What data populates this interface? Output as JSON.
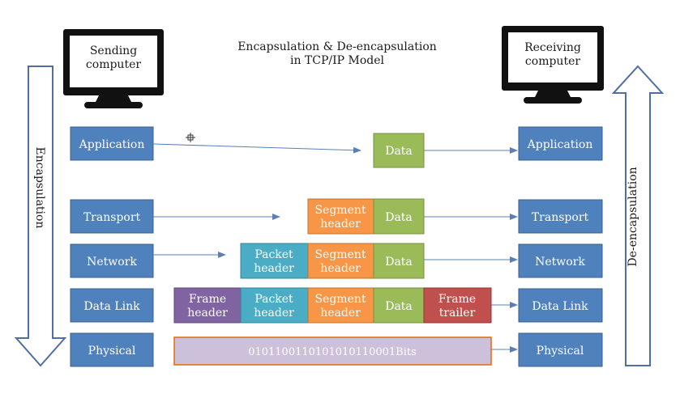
{
  "title": {
    "line1": "Encapsulation & De-encapsulation",
    "line2": "in TCP/IP Model"
  },
  "computers": {
    "sending": {
      "line1": "Sending",
      "line2": "computer"
    },
    "receiving": {
      "line1": "Receiving",
      "line2": "computer"
    }
  },
  "side_arrows": {
    "left": "Encapsulation",
    "right": "De-encapsulation"
  },
  "layers": [
    {
      "sender": "Application",
      "receiver": "Application"
    },
    {
      "sender": "Transport",
      "receiver": "Transport"
    },
    {
      "sender": "Network",
      "receiver": "Network"
    },
    {
      "sender": "Data Link",
      "receiver": "Data Link"
    },
    {
      "sender": "Physical",
      "receiver": "Physical"
    }
  ],
  "units": {
    "data": "Data",
    "segment_header": {
      "line1": "Segment",
      "line2": "header"
    },
    "packet_header": {
      "line1": "Packet",
      "line2": "header"
    },
    "frame_header": {
      "line1": "Frame",
      "line2": "header"
    },
    "frame_trailer": {
      "line1": "Frame",
      "line2": "trailer"
    },
    "bits": "0101100110101010110001Bits"
  },
  "colors": {
    "layer_box": "#4f81bd",
    "data": "#9bbb59",
    "segment": "#f79646",
    "packet": "#4bacc6",
    "frame_header": "#8064a2",
    "frame_trailer": "#c0504d",
    "bits": "#ccc0da",
    "arrow": "#4f6fa0"
  }
}
